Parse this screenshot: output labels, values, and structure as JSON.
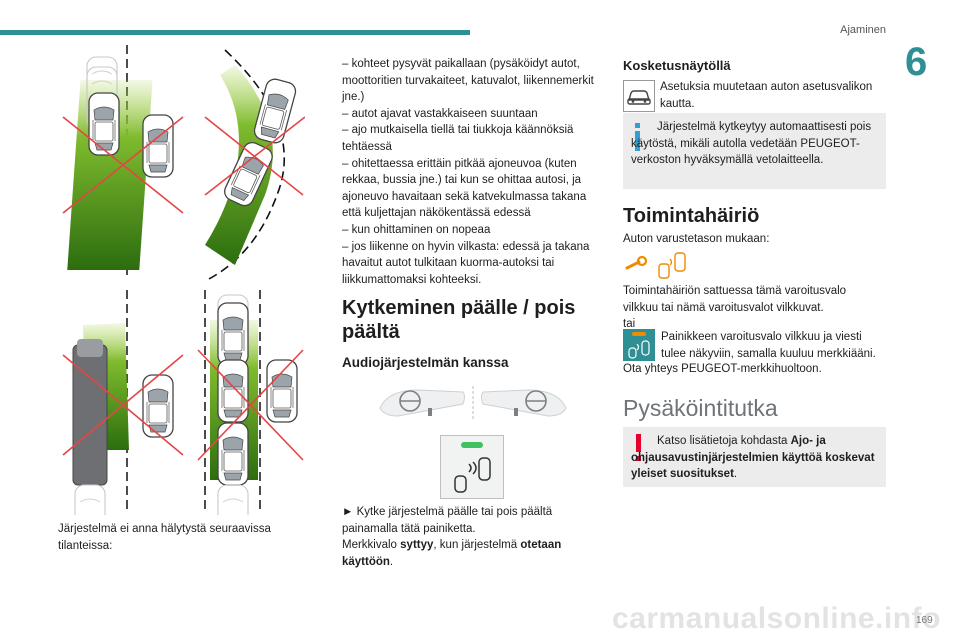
{
  "header": {
    "section": "Ajaminen",
    "chapter": "6"
  },
  "left_column": {
    "caption": "Järjestelmä ei anna hälytystä seuraavissa tilanteissa:"
  },
  "middle_column": {
    "bullets": [
      "– kohteet pysyvät paikallaan (pysäköidyt autot, moottoritien turvakaiteet, katuvalot, liikennemerkit jne.)",
      "– autot ajavat vastakkaiseen suuntaan",
      "– ajo mutkaisella tiellä tai tiukkoja käännöksiä tehtäessä",
      "– ohitettaessa erittäin pitkää ajoneuvoa (kuten rekkaa, bussia jne.) tai kun se ohittaa autosi, ja ajoneuvo havaitaan sekä katvekulmassa takana että kuljettajan näkökentässä edessä",
      "– kun ohittaminen on nopeaa",
      "– jos liikenne on hyvin vilkasta: edessä ja takana havaitut autot tulkitaan kuorma-autoksi tai liikkumattomaksi kohteeksi."
    ],
    "switch_heading": "Kytkeminen päälle / pois päältä",
    "audio_heading": "Audiojärjestelmän kanssa",
    "instruction": "► Kytke järjestelmä päälle tai pois päältä painamalla tätä painiketta.",
    "lamp_prefix": "Merkkivalo ",
    "lamp_bold1": "syttyy",
    "lamp_mid": ", kun järjestelmä ",
    "lamp_bold2": "otetaan käyttöön",
    "lamp_end": "."
  },
  "right_column": {
    "touch_heading": "Kosketusnäytöllä",
    "touch_text": "Asetuksia muutetaan auton asetusvalikon kautta.",
    "info_text": "Järjestelmä kytkeytyy automaattisesti pois käytöstä, mikäli autolla vedetään PEUGEOT-verkoston hyväksymällä vetolaitteella.",
    "fault_heading": "Toimintahäiriö",
    "fault_intro": "Auton varustetason mukaan:",
    "fault_text1": "Toimintahäiriön sattuessa tämä varoitusvalo vilkkuu tai nämä varoitusvalot vilkkuvat.",
    "or": "tai",
    "fault_text2": "Painikkeen varoitusvalo vilkkuu ja viesti tulee näkyviin, samalla kuuluu merkkiääni.",
    "contact": "Ota yhteys PEUGEOT-merkkihuoltoon.",
    "parking_heading": "Pysäköintitutka",
    "warn_prefix": "Katso lisätietoja kohdasta ",
    "warn_bold": "Ajo- ja ohjausavustinjärjestelmien käyttöä koskevat yleiset suositukset",
    "warn_end": "."
  },
  "footer": {
    "page": "169",
    "watermark": "carmanualsonline.info"
  },
  "colors": {
    "accent": "#2e8f94",
    "warning": "#e4002b",
    "zone_green": "#4f9a1c",
    "cross_red": "#e64545",
    "box_grey": "#ececec"
  }
}
